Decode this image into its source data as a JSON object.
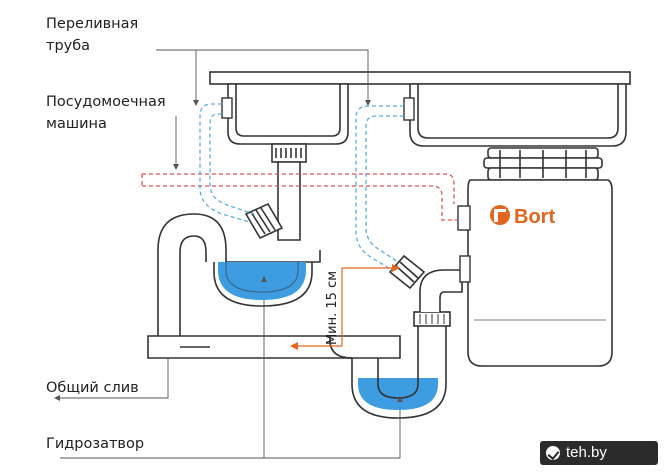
{
  "labels": {
    "overflow_pipe": [
      "Переливная",
      "труба"
    ],
    "dishwasher": [
      "Посудомоечная",
      "машина"
    ],
    "common_drain": "Общий слив",
    "water_seal": "Гидрозатвор",
    "min_height": "Мин. 15 см"
  },
  "brand": {
    "name": "Bort",
    "color": "#e2661f"
  },
  "watermark": "teh.by",
  "colors": {
    "outline": "#333333",
    "water": "#3d9de0",
    "dishwasher_hose": "#d9534f",
    "overflow_hose": "#5aaee0",
    "dimension_arrow": "#e2661f"
  }
}
